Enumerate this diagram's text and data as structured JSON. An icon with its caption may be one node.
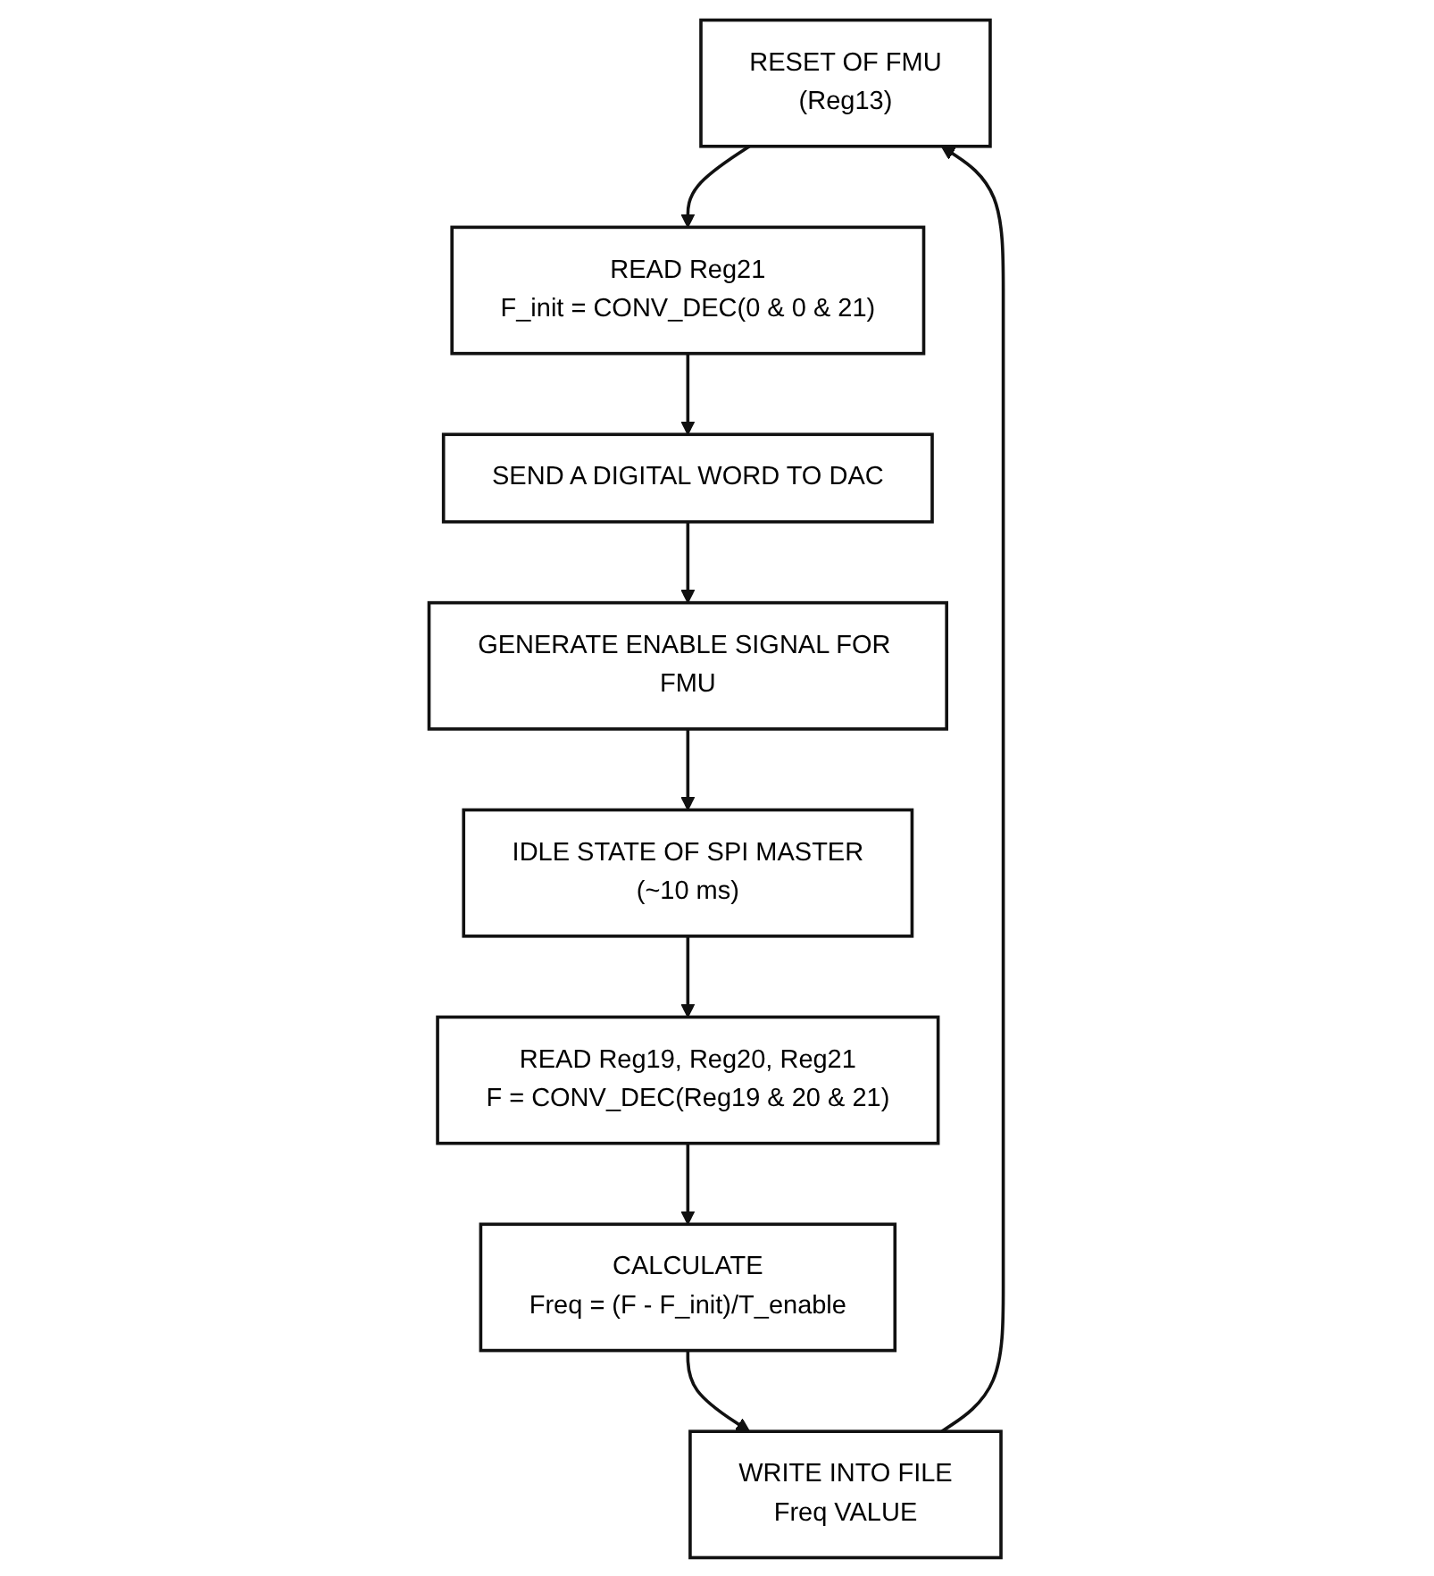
{
  "diagram": {
    "nodes": [
      {
        "text": [
          "RESET OF FMU",
          "(Reg13)"
        ]
      },
      {
        "text": [
          "READ Reg21",
          "F_init = CONV_DEC(0 & 0 & 21)"
        ]
      },
      {
        "text": [
          "SEND A DIGITAL WORD TO DAC"
        ]
      },
      {
        "text": [
          "GENERATE ENABLE SIGNAL FOR FMU"
        ]
      },
      {
        "text": [
          "IDLE STATE OF SPI MASTER",
          "(~10 ms)"
        ]
      },
      {
        "text": [
          "READ Reg19, Reg20, Reg21",
          "F = CONV_DEC(Reg19 & 20 & 21)"
        ]
      },
      {
        "text": [
          "CALCULATE",
          "Freq = (F - F_init)/T_enable"
        ]
      },
      {
        "text": [
          "WRITE INTO FILE",
          "Freq VALUE"
        ]
      }
    ],
    "edges": [
      {
        "from": 0,
        "to": 1,
        "arrow": "to"
      },
      {
        "from": 1,
        "to": 2,
        "arrow": "to"
      },
      {
        "from": 2,
        "to": 3,
        "arrow": "to"
      },
      {
        "from": 3,
        "to": 4,
        "arrow": "to"
      },
      {
        "from": 4,
        "to": 5,
        "arrow": "to"
      },
      {
        "from": 5,
        "to": 6,
        "arrow": "to"
      },
      {
        "from": 6,
        "to": 7,
        "arrow": "to"
      },
      {
        "from": 7,
        "to": 0,
        "arrow": "to"
      }
    ]
  }
}
